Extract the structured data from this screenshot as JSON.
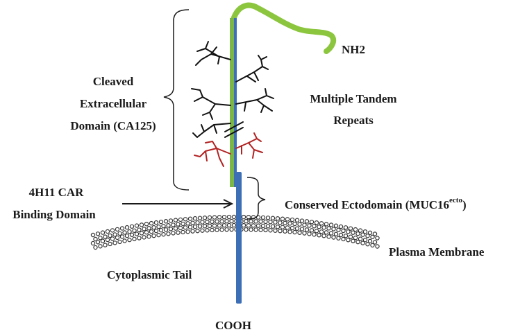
{
  "diagram": {
    "labels": {
      "nh2": "NH2",
      "cleaved_line1": "Cleaved",
      "cleaved_line2": "Extracellular",
      "cleaved_line3": "Domain (CA125)",
      "tandem_line1": "Multiple Tandem",
      "tandem_line2": "Repeats",
      "car_line1": "4H11 CAR",
      "car_line2": "Binding Domain",
      "conserved_main": "Conserved Ectodomain (MUC16",
      "conserved_sup": "ecto",
      "conserved_close": ")",
      "plasma_membrane": "Plasma Membrane",
      "cytoplasmic_tail": "Cytoplasmic Tail",
      "cooh": "COOH"
    },
    "colors": {
      "nh2_chain": "#8cc63f",
      "stalk_green": "#7ab648",
      "stalk_blue": "#3d6fb6",
      "glycan_black": "#111111",
      "glycan_red": "#b22222",
      "membrane": "#333333",
      "text": "#1a1a1a"
    }
  }
}
